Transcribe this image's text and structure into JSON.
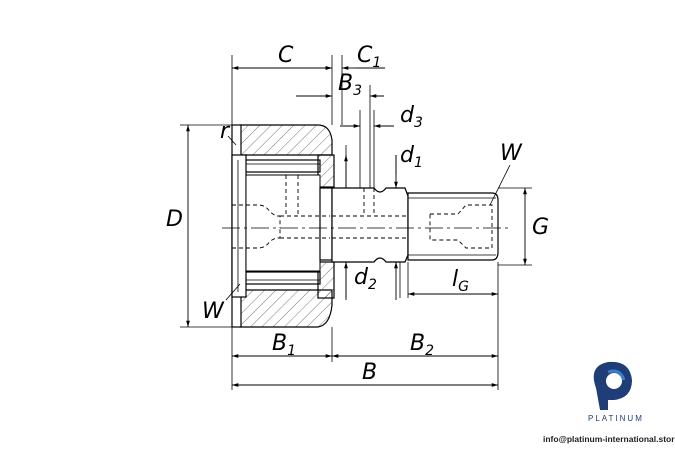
{
  "labels": {
    "C": "C",
    "C1": "C",
    "C1_sub": "1",
    "B3": "B",
    "B3_sub": "3",
    "d3": "d",
    "d3_sub": "3",
    "d1": "d",
    "d1_sub": "1",
    "r": "r",
    "W_top": "W",
    "D": "D",
    "G": "G",
    "d2": "d",
    "d2_sub": "2",
    "lG": "l",
    "lG_sub": "G",
    "W_left": "W",
    "B1": "B",
    "B1_sub": "1",
    "B2": "B",
    "B2_sub": "2",
    "B": "B"
  },
  "brand": {
    "logo_text": "PLATINUM",
    "email": "info@platinum-international.store",
    "color_primary": "#1f3e78",
    "color_accent": "#3a7ec8"
  }
}
